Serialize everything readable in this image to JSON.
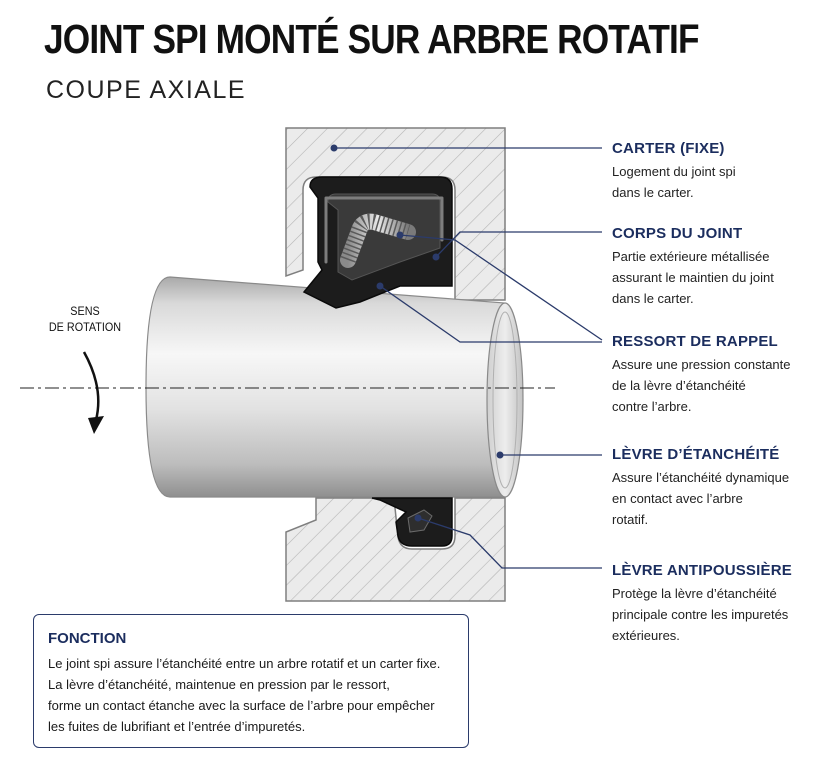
{
  "title": "JOINT SPI MONTÉ SUR ARBRE ROTATIF",
  "subtitle": "COUPE AXIALE",
  "rotation_label": "SENS\nDE ROTATION",
  "callouts": [
    {
      "title": "CARTER (FIXE)",
      "text": "Logement du joint spi\ndans le carter."
    },
    {
      "title": "CORPS DU JOINT",
      "text": "Partie extérieure métallisée\nassurant le maintien du joint\ndans le carter."
    },
    {
      "title": "RESSORT DE RAPPEL",
      "text": "Assure une pression constante\nde la lèvre d’étanchéité\ncontre l’arbre."
    },
    {
      "title": "LÈVRE D’ÉTANCHÉITÉ",
      "text": "Assure l’étanchéité dynamique\nen contact avec l’arbre\nrotatif."
    },
    {
      "title": "LÈVRE ANTIPOUSSIÈRE",
      "text": "Protège la lèvre d’étanchéité\nprincipale contre les impuretés\nextérieures."
    }
  ],
  "fonction": {
    "title": "FONCTION",
    "text": "Le joint spi assure l’étanchéité entre un arbre rotatif et un carter fixe.\nLa lèvre d’étanchéité, maintenue en pression par le ressort,\nforme un contact étanche avec la surface de l’arbre pour empêcher\nles fuites de lubrifiant et l’entrée d’impuretés."
  },
  "colors": {
    "accent": "#1b2d5e",
    "leader": "#2b3b6b",
    "housing": "#e4e4e4",
    "seal": "#1c1c1c",
    "shaft_light": "#f2f2f2",
    "shaft_dark": "#9a9a9a"
  }
}
